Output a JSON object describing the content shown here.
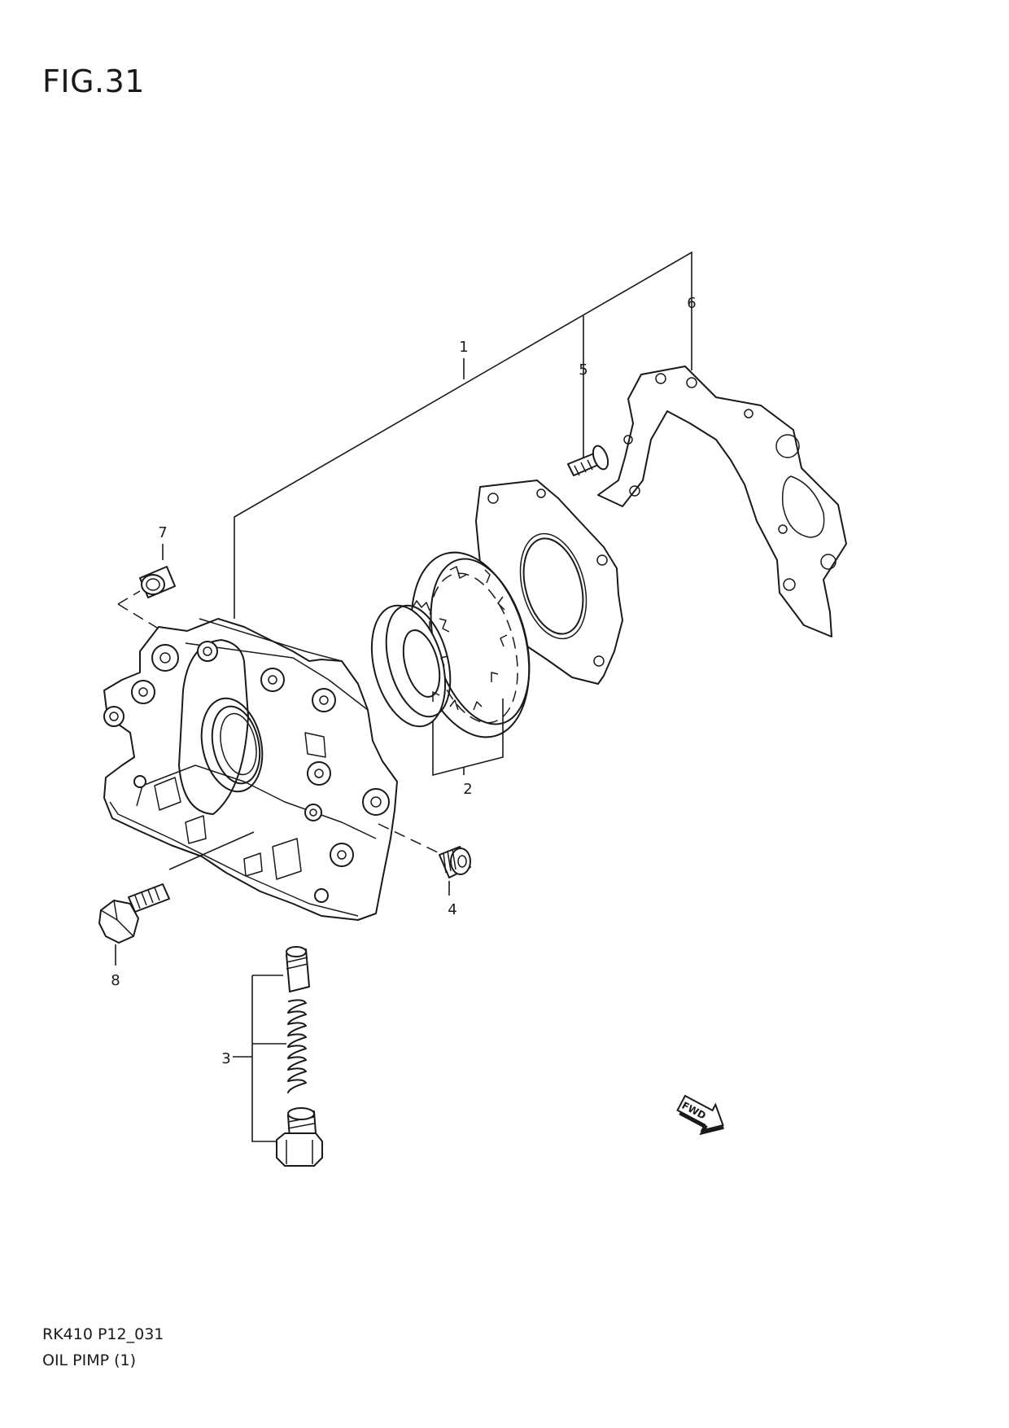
{
  "figure": {
    "title": "FIG.31"
  },
  "callouts": [
    {
      "id": "1",
      "label": "1"
    },
    {
      "id": "2",
      "label": "2"
    },
    {
      "id": "3",
      "label": "3"
    },
    {
      "id": "4",
      "label": "4"
    },
    {
      "id": "5",
      "label": "5"
    },
    {
      "id": "6",
      "label": "6"
    },
    {
      "id": "7",
      "label": "7"
    },
    {
      "id": "8",
      "label": "8"
    }
  ],
  "fwd_marker": {
    "label": "FWD"
  },
  "footer": {
    "code": "RK410 P12_031",
    "name": "OIL PIMP (1)"
  }
}
